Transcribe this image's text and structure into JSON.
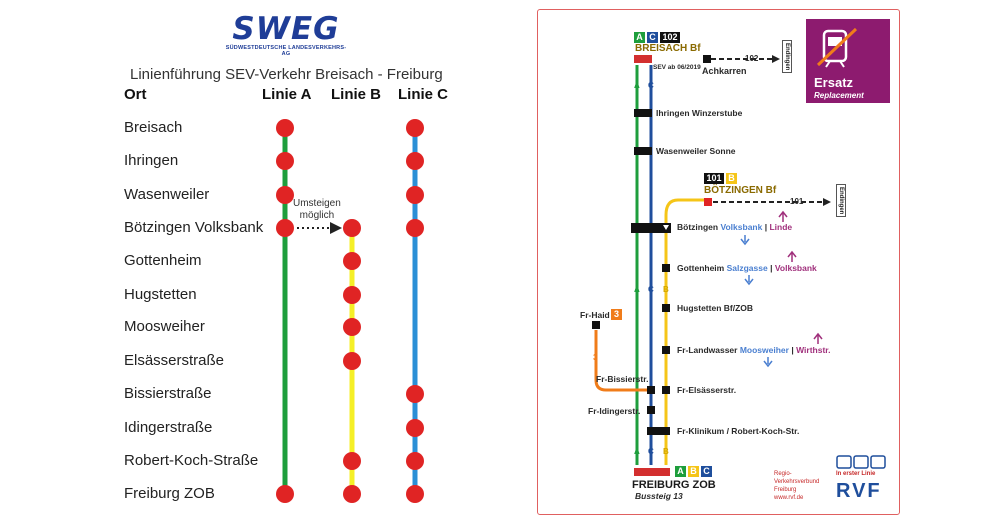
{
  "logo": {
    "main": "SWEG",
    "sub": "SÜDWESTDEUTSCHE LANDESVERKEHRS-AG"
  },
  "title": "Linienführung SEV-Verkehr Breisach - Freiburg",
  "headers": {
    "place": "Ort",
    "a": "Linie A",
    "b": "Linie B",
    "c": "Linie C"
  },
  "stops": [
    "Breisach",
    "Ihringen",
    "Wasenweiler",
    "Bötzingen Volksbank",
    "Gottenheim",
    "Hugstetten",
    "Moosweiher",
    "Elsässerstraße",
    "Bissierstraße",
    "Idingerstraße",
    "Robert-Koch-Straße",
    "Freiburg ZOB"
  ],
  "transfer_note": {
    "line1": "Umsteigen",
    "line2": "möglich"
  },
  "colors": {
    "line_a": "#1e9e3c",
    "line_b": "#f5ef27",
    "line_c": "#2b8fd6",
    "stop": "#e02424",
    "orange": "#f07c1a",
    "ersatz": "#8d1b6f"
  },
  "map": {
    "breisach_badges": {
      "a": "A",
      "c": "C",
      "n": "102"
    },
    "breisach": "BREISACH Bf",
    "sev": "SEV ab 06/2019",
    "achkarren": "Achkarren",
    "line102": "102",
    "endingen1": "Endingen",
    "ihringen": "Ihringen Winzerstube",
    "wasenweiler": "Wasenweiler Sonne",
    "boetzingen_badges": {
      "n": "101",
      "b": "B"
    },
    "boetzingen_bf": "BÖTZINGEN Bf",
    "line101": "101",
    "endingen2": "Endingen",
    "boetzingen_vb": {
      "name": "Bötzingen",
      "blue": "Volksbank",
      "sep": "|",
      "purple": "Linde"
    },
    "gottenheim": {
      "name": "Gottenheim",
      "blue": "Salzgasse",
      "sep": "|",
      "purple": "Volksbank"
    },
    "hugstetten": "Hugstetten Bf/ZOB",
    "landwasser": {
      "name": "Fr-Landwasser",
      "blue": "Moosweiher",
      "sep": "|",
      "purple": "Wirthstr."
    },
    "haid": "Fr-Haid",
    "haid_badge": "3",
    "line3": "3",
    "bissier": "Fr-Bissierstr.",
    "elsaesser": "Fr-Elsässerstr.",
    "idinger": "Fr-Idingerstr.",
    "klinikum": "Fr-Klinikum / Robert-Koch-Str.",
    "freiburg": "FREIBURG ZOB",
    "bussteig": "Bussteig 13",
    "freiburg_badges": {
      "a": "A",
      "b": "B",
      "c": "C"
    },
    "lane_a": "A",
    "lane_b": "B",
    "lane_c": "C",
    "ersatz": "Ersatz",
    "replacement": "Replacement",
    "rvf_text": [
      "Regio-",
      "Verkehrsverbund",
      "Freiburg",
      "www.rvf.de"
    ],
    "rvf_tag": "In erster Linie",
    "rvf_logo": "RVF"
  }
}
